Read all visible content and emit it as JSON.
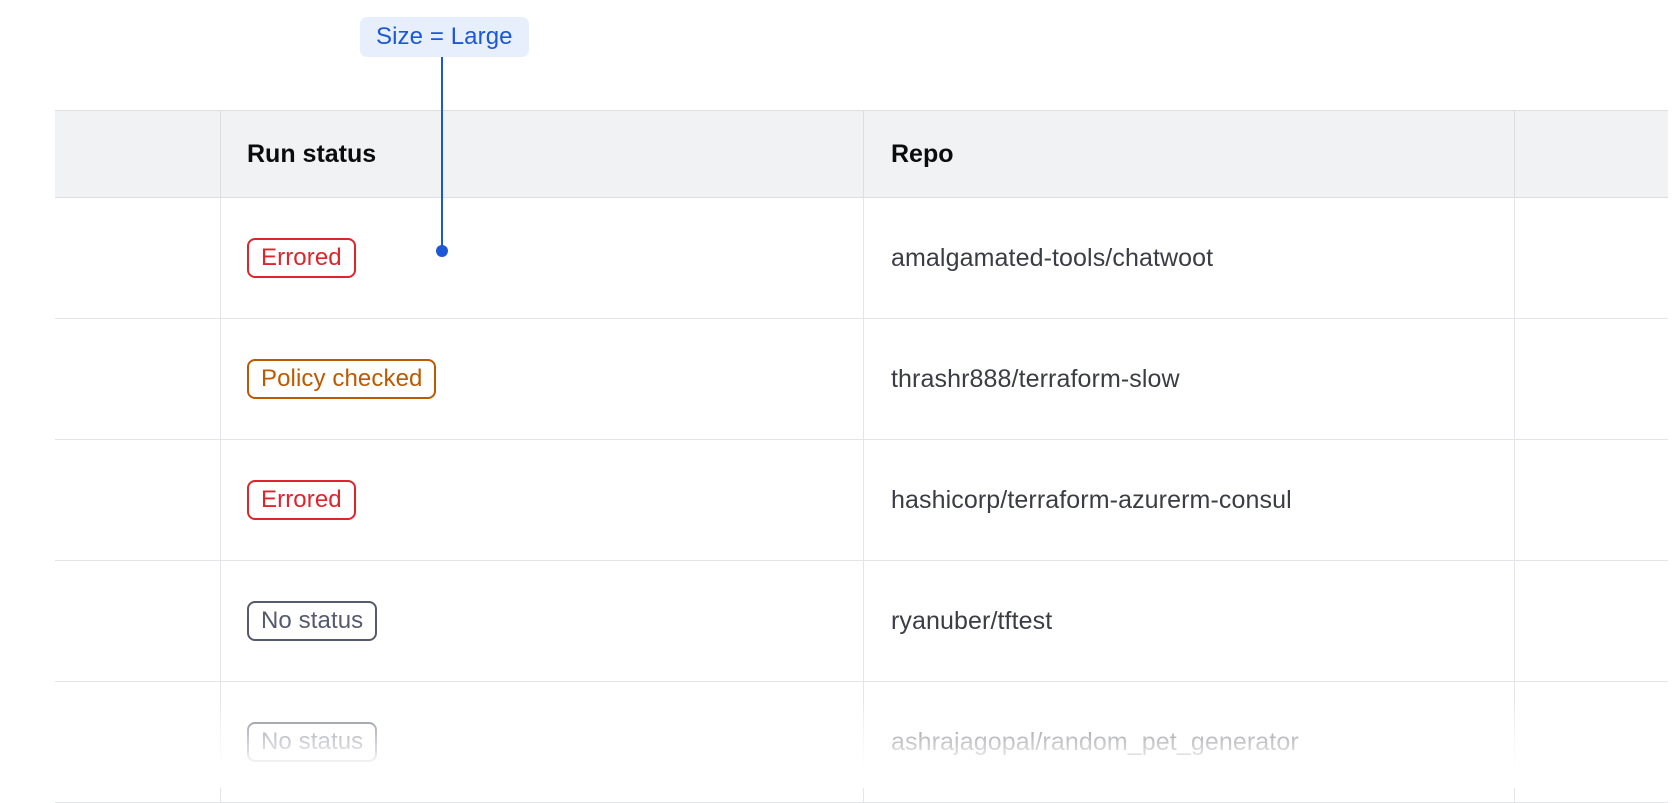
{
  "annotation": {
    "label": "Size = Large",
    "badge_bg": "#e8effc",
    "accent_color": "#1b57d6",
    "pointer_target": "run-status-column-first-row"
  },
  "table": {
    "columns": [
      {
        "key": "select",
        "label": ""
      },
      {
        "key": "status",
        "label": "Run status"
      },
      {
        "key": "repo",
        "label": "Repo"
      },
      {
        "key": "tail",
        "label": ""
      }
    ],
    "header_bg": "#f1f2f3",
    "border_color": "#e4e5e8",
    "rows": [
      {
        "status": "Errored",
        "status_kind": "errored",
        "repo": "amalgamated-tools/chatwoot"
      },
      {
        "status": "Policy checked",
        "status_kind": "policy-checked",
        "repo": "thrashr888/terraform-slow"
      },
      {
        "status": "Errored",
        "status_kind": "errored",
        "repo": "hashicorp/terraform-azurerm-consul"
      },
      {
        "status": "No status",
        "status_kind": "no-status",
        "repo": "ryanuber/tftest"
      },
      {
        "status": "No status",
        "status_kind": "no-status",
        "repo": "ashrajagopal/random_pet_generator"
      }
    ],
    "status_colors": {
      "errored": "#e0242c",
      "policy-checked": "#bc5a00",
      "no-status": "#565a6e"
    }
  }
}
